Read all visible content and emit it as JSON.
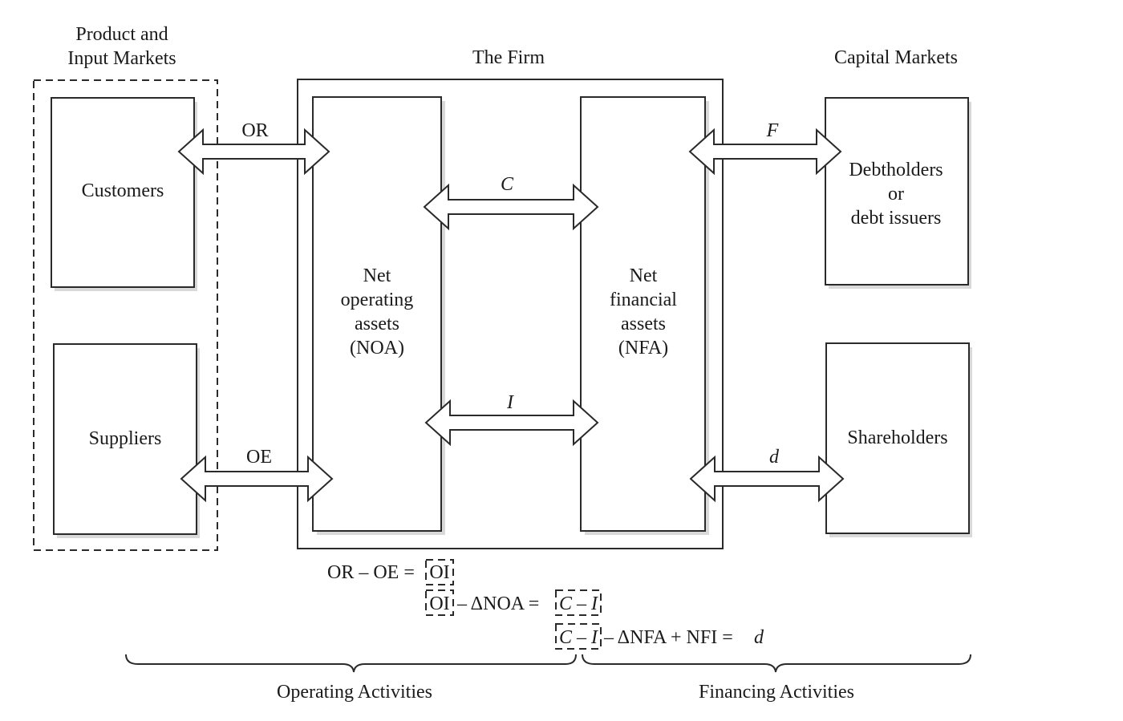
{
  "groups": {
    "product_input": {
      "line1": "Product and",
      "line2": "Input Markets"
    },
    "firm": "The Firm",
    "capital": "Capital Markets"
  },
  "boxes": {
    "customers": "Customers",
    "suppliers": "Suppliers",
    "noa": [
      "Net",
      "operating",
      "assets",
      "(NOA)"
    ],
    "nfa": [
      "Net",
      "financial",
      "assets",
      "(NFA)"
    ],
    "debtholders": [
      "Debtholders",
      "or",
      "debt issuers"
    ],
    "shareholders": "Shareholders"
  },
  "flows": {
    "or": "OR",
    "oe": "OE",
    "c": "C",
    "i": "I",
    "f": "F",
    "d": "d"
  },
  "equations": {
    "eq1": {
      "lhs": "OR – OE =",
      "boxed": "OI"
    },
    "eq2": {
      "boxed_left": "OI",
      "mid": "– ΔNOA =",
      "boxed_right": "C – I"
    },
    "eq3": {
      "boxed": "C – I",
      "rhs": "– ΔNFA + NFI =",
      "var": "d"
    }
  },
  "braces": {
    "operating": "Operating Activities",
    "financing": "Financing Activities"
  }
}
